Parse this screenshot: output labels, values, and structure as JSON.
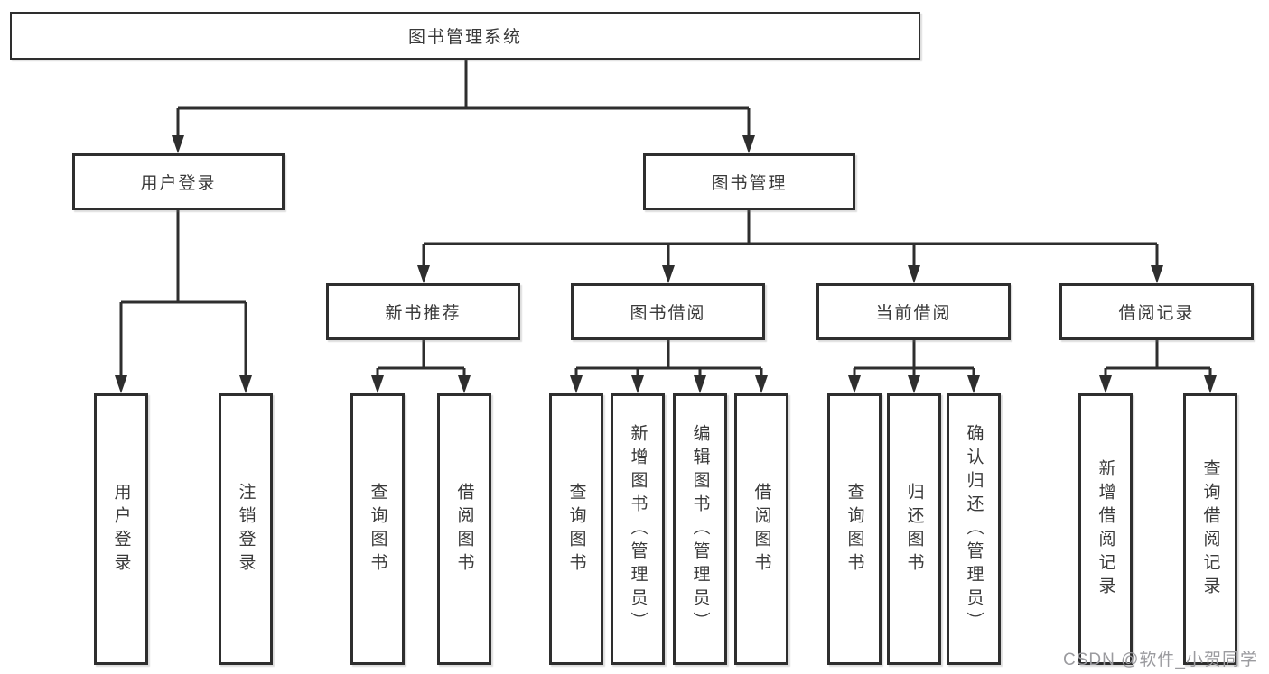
{
  "diagram": {
    "title": "图书管理系统",
    "type": "tree",
    "colors": {
      "line": "#2e2e2e",
      "text": "#3a3a3a",
      "background": "#ffffff",
      "watermark": "#9b9b9f"
    },
    "root": {
      "label": "图书管理系统"
    },
    "level2": [
      {
        "id": "user-login",
        "label": "用户登录"
      },
      {
        "id": "book-management",
        "label": "图书管理"
      }
    ],
    "level3": [
      {
        "id": "new-book-recommend",
        "label": "新书推荐",
        "parent": "book-management"
      },
      {
        "id": "book-borrowing",
        "label": "图书借阅",
        "parent": "book-management"
      },
      {
        "id": "current-borrowing",
        "label": "当前借阅",
        "parent": "book-management"
      },
      {
        "id": "borrowing-records",
        "label": "借阅记录",
        "parent": "book-management"
      }
    ],
    "leaves": [
      {
        "id": "leaf-user-login",
        "label": "用户登录",
        "parent": "user-login"
      },
      {
        "id": "leaf-logout",
        "label": "注销登录",
        "parent": "user-login"
      },
      {
        "id": "leaf-query-books-1",
        "label": "查询图书",
        "parent": "new-book-recommend"
      },
      {
        "id": "leaf-borrow-books-1",
        "label": "借阅图书",
        "parent": "new-book-recommend"
      },
      {
        "id": "leaf-query-books-2",
        "label": "查询图书",
        "parent": "book-borrowing"
      },
      {
        "id": "leaf-add-books-admin",
        "label": "新增图书（管理员）",
        "parent": "book-borrowing"
      },
      {
        "id": "leaf-edit-books-admin",
        "label": "编辑图书（管理员）",
        "parent": "book-borrowing"
      },
      {
        "id": "leaf-borrow-books-2",
        "label": "借阅图书",
        "parent": "book-borrowing"
      },
      {
        "id": "leaf-query-books-3",
        "label": "查询图书",
        "parent": "current-borrowing"
      },
      {
        "id": "leaf-return-books",
        "label": "归还图书",
        "parent": "current-borrowing"
      },
      {
        "id": "leaf-confirm-return-admin",
        "label": "确认归还（管理员）",
        "parent": "current-borrowing"
      },
      {
        "id": "leaf-add-borrow-record",
        "label": "新增借阅记录",
        "parent": "borrowing-records"
      },
      {
        "id": "leaf-query-borrow-record",
        "label": "查询借阅记录",
        "parent": "borrowing-records"
      }
    ],
    "watermark": "CSDN @软件_小贺同学"
  }
}
